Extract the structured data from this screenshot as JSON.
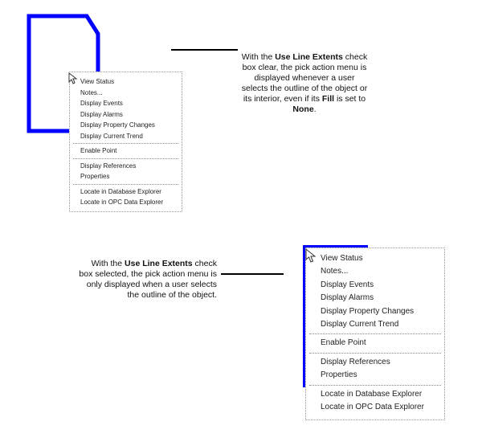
{
  "menu_items": {
    "group1": [
      "View Status",
      "Notes...",
      "Display Events",
      "Display Alarms",
      "Display Property Changes",
      "Display Current Trend"
    ],
    "group2": [
      "Enable Point"
    ],
    "group3": [
      "Display References",
      "Properties"
    ],
    "group4": [
      "Locate in Database Explorer",
      "Locate in OPC Data Explorer"
    ]
  },
  "callout1": {
    "t1": "With the ",
    "b1": "Use Line Extents",
    "t2": " check box clear, the pick action menu is displayed whenever a user selects the outline of the object or its interior, even if its ",
    "b2": "Fill",
    "t3": " is set to ",
    "b3": "None",
    "t4": "."
  },
  "callout2": {
    "t1": "With the ",
    "b1": "Use Line Extents",
    "t2": " check box selected, the pick action menu is only displayed when a user selects the outline of the object."
  },
  "colors": {
    "outline": "#0000ff"
  }
}
